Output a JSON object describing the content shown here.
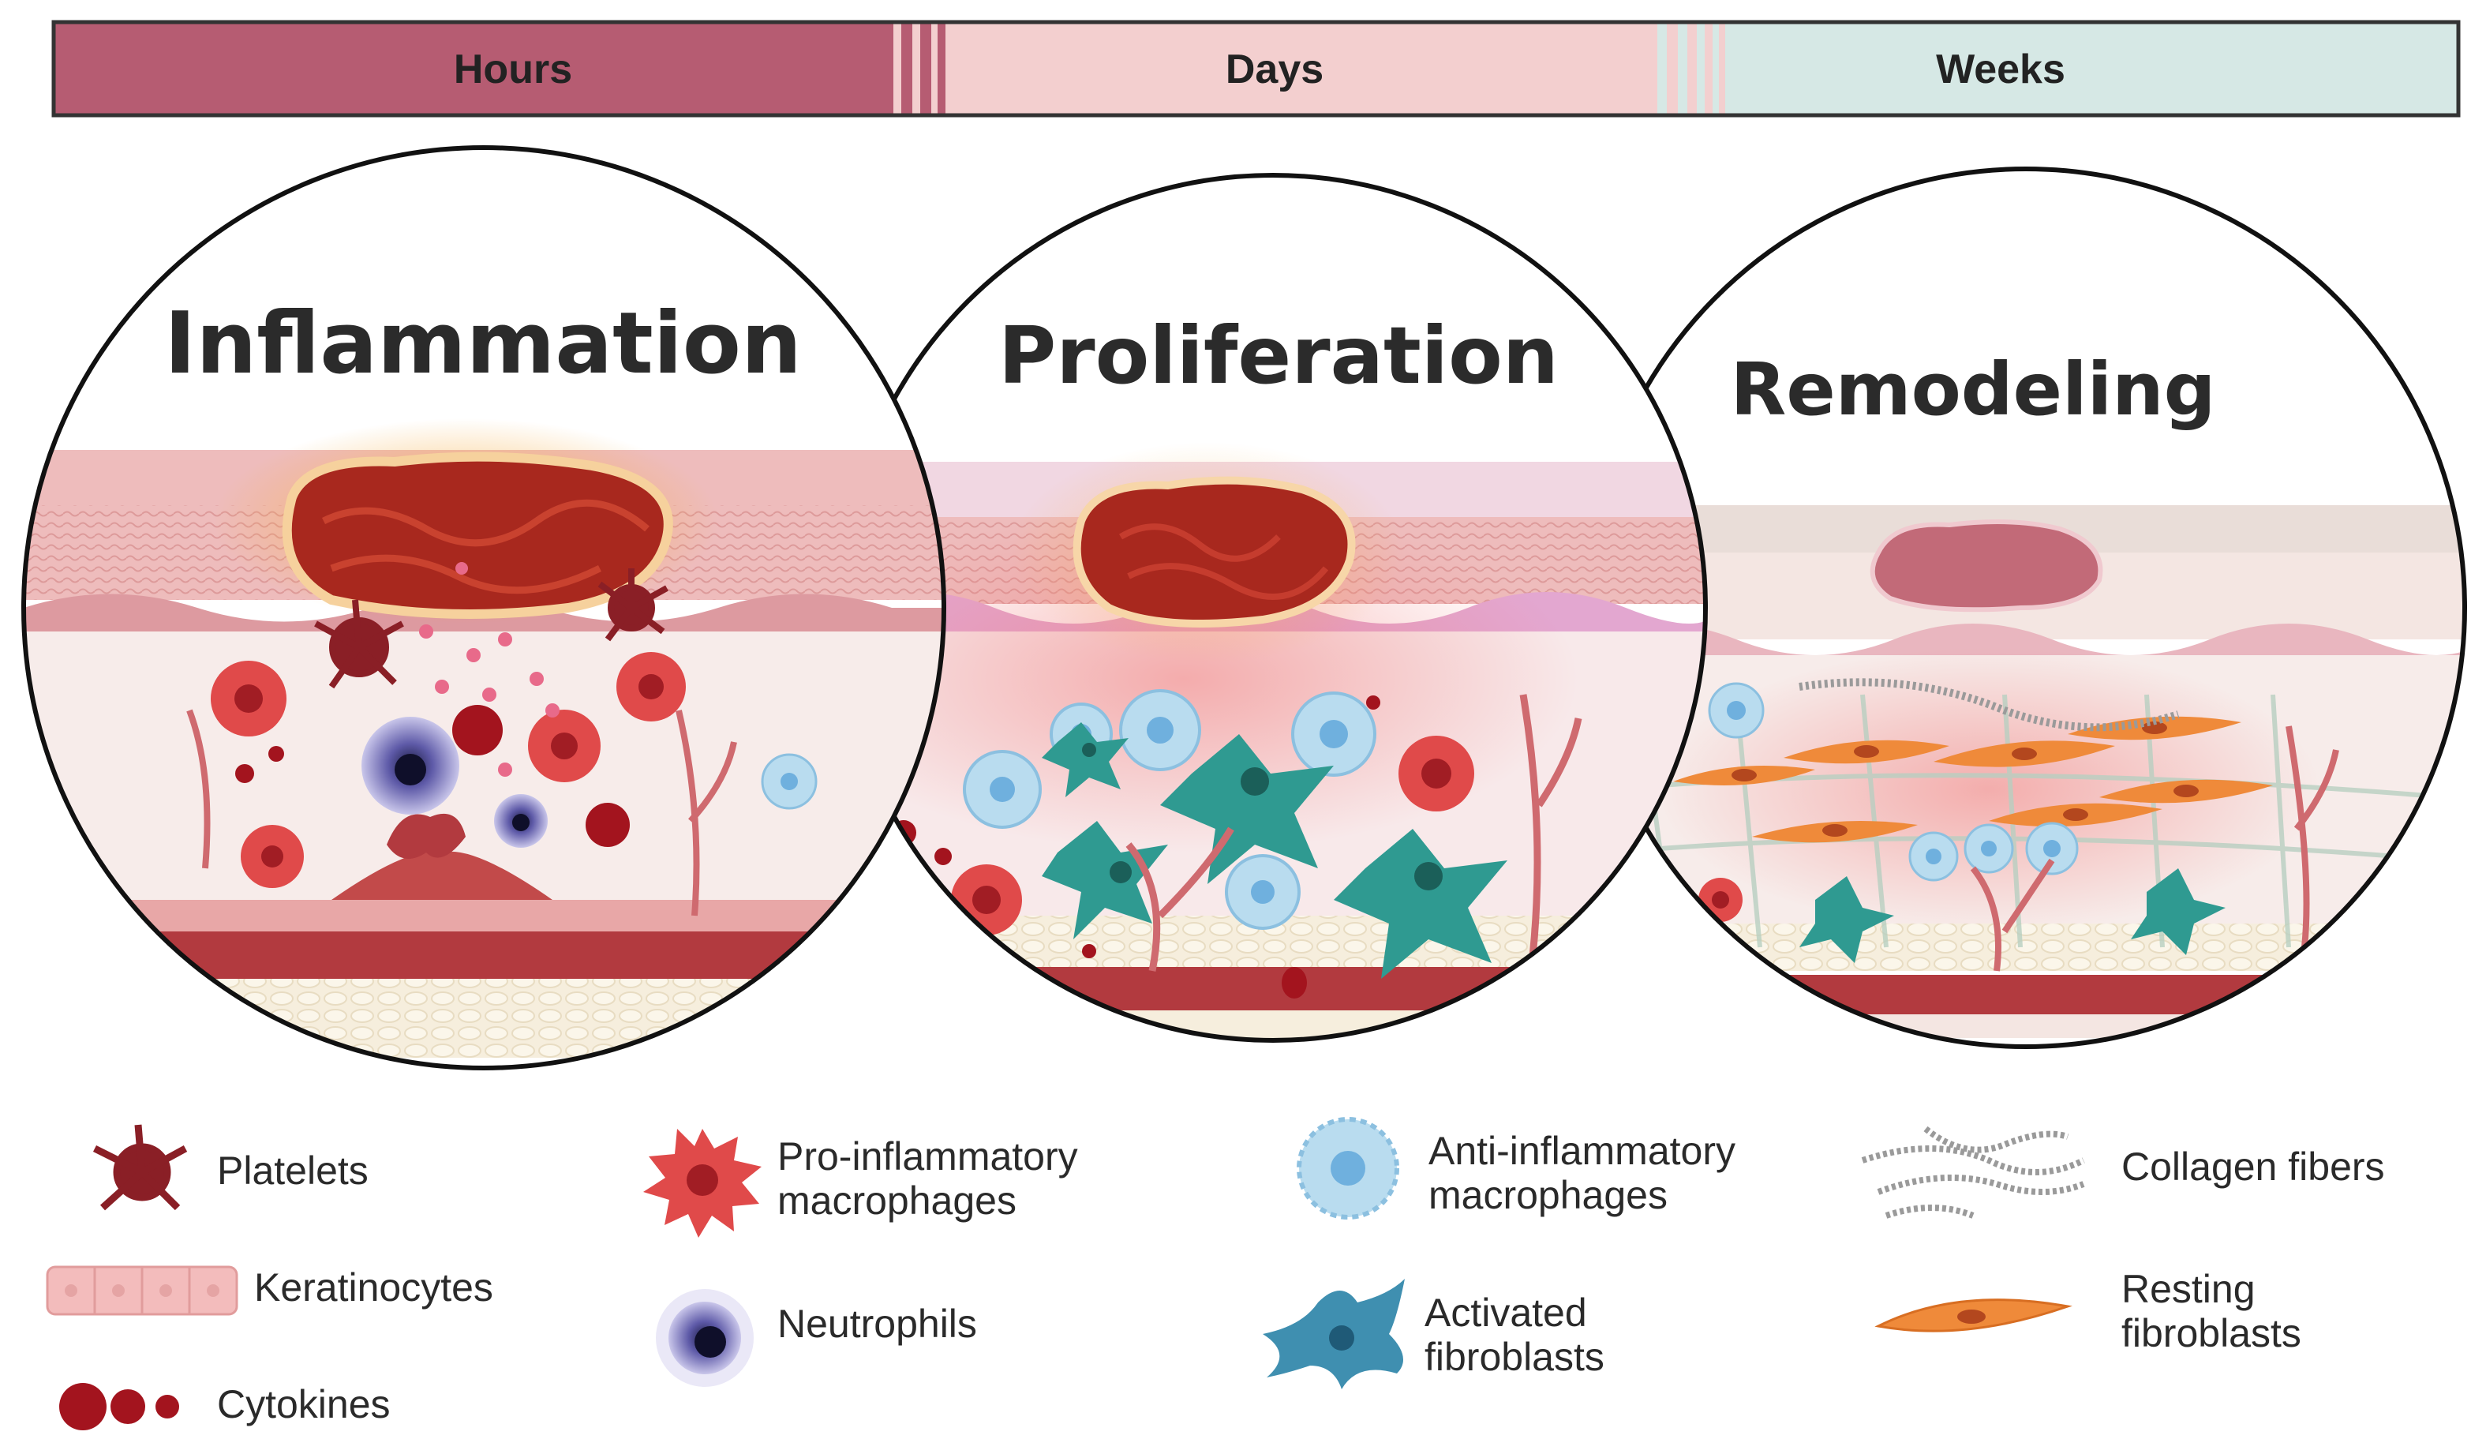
{
  "timeline": {
    "segments": [
      {
        "label": "Hours",
        "color": "#b65c72"
      },
      {
        "label": "Days",
        "color": "#f3cfcf"
      },
      {
        "label": "Weeks",
        "color": "#d6e8e5"
      }
    ]
  },
  "phases": [
    {
      "title": "Inflammation"
    },
    {
      "title": "Proliferation"
    },
    {
      "title": "Remodeling"
    }
  ],
  "legend": {
    "platelets": {
      "line1": "Platelets"
    },
    "keratinocytes": {
      "line1": "Keratinocytes"
    },
    "cytokines": {
      "line1": "Cytokines"
    },
    "pro_macrophages": {
      "line1": "Pro-inflammatory",
      "line2": "macrophages"
    },
    "neutrophils": {
      "line1": "Neutrophils"
    },
    "anti_macrophages": {
      "line1": "Anti-inflammatory",
      "line2": "macrophages"
    },
    "activated_fibroblasts": {
      "line1": "Activated",
      "line2": "fibroblasts"
    },
    "collagen": {
      "line1": "Collagen fibers"
    },
    "resting_fibroblasts": {
      "line1": "Resting",
      "line2": "fibroblasts"
    }
  },
  "colors": {
    "wound": "#a8281e",
    "pro_macrophage": "#e04a4a",
    "anti_macrophage": "#b9dcef",
    "activated_fibroblast": "#2f9a91",
    "resting_fibroblast": "#ef8a3a",
    "platelet": "#8a1f26",
    "neutrophil": "#5e5aa8",
    "cytokine": "#a3141e"
  }
}
